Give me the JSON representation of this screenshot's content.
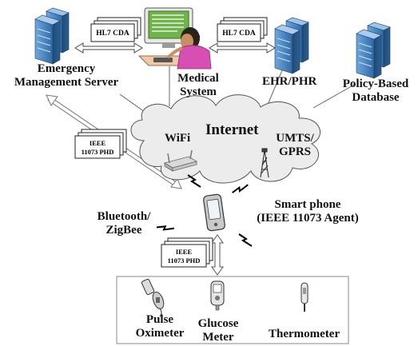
{
  "nodes": {
    "emergency_server": {
      "label_line1": "Emergency",
      "label_line2": "Management Server"
    },
    "medical_system": {
      "label_line1": "Medical",
      "label_line2": "System"
    },
    "ehr_phr": {
      "label": "EHR/PHR"
    },
    "policy_database": {
      "label_line1": "Policy-Based",
      "label_line2": "Database"
    },
    "internet": {
      "label": "Internet"
    },
    "wifi": {
      "label": "WiFi"
    },
    "umts_gprs": {
      "label_line1": "UMTS/",
      "label_line2": "GPRS"
    },
    "smartphone": {
      "label_line1": "Smart phone",
      "label_line2": "(IEEE 11073 Agent)"
    },
    "bluetooth_zigbee": {
      "label_line1": "Bluetooth/",
      "label_line2": "ZigBee"
    },
    "pulse_oximeter": {
      "label_line1": "Pulse",
      "label_line2": "Oximeter"
    },
    "glucose_meter": {
      "label_line1": "Glucose",
      "label_line2": "Meter"
    },
    "thermometer": {
      "label": "Thermometer"
    }
  },
  "messages": {
    "hl7_cda": "HL7 CDA",
    "ieee_line1": "IEEE",
    "ieee_line2": "11073 PHD"
  },
  "colors": {
    "server_blue": "#3f7fbf",
    "server_dark": "#23527f",
    "cloud_fill": "#ededed",
    "cloud_stroke": "#555555",
    "person_pink": "#d84fb4",
    "monitor_green": "#5aa23a"
  }
}
